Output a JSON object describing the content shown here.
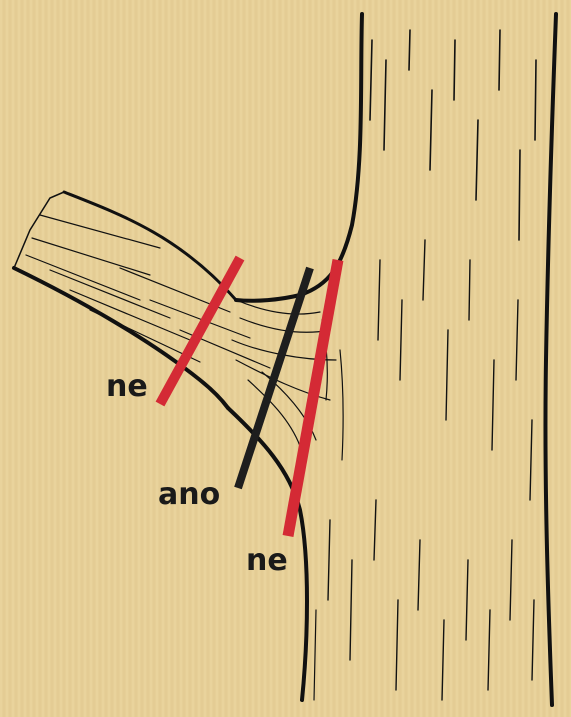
{
  "labels": {
    "left_cut": "ne",
    "middle_cut": "ano",
    "right_cut": "ne"
  },
  "colors": {
    "background": "#e6cf97",
    "wrong_cut": "#d42a35",
    "correct_cut": "#1e1e1e",
    "ink": "#1a1a1a"
  }
}
